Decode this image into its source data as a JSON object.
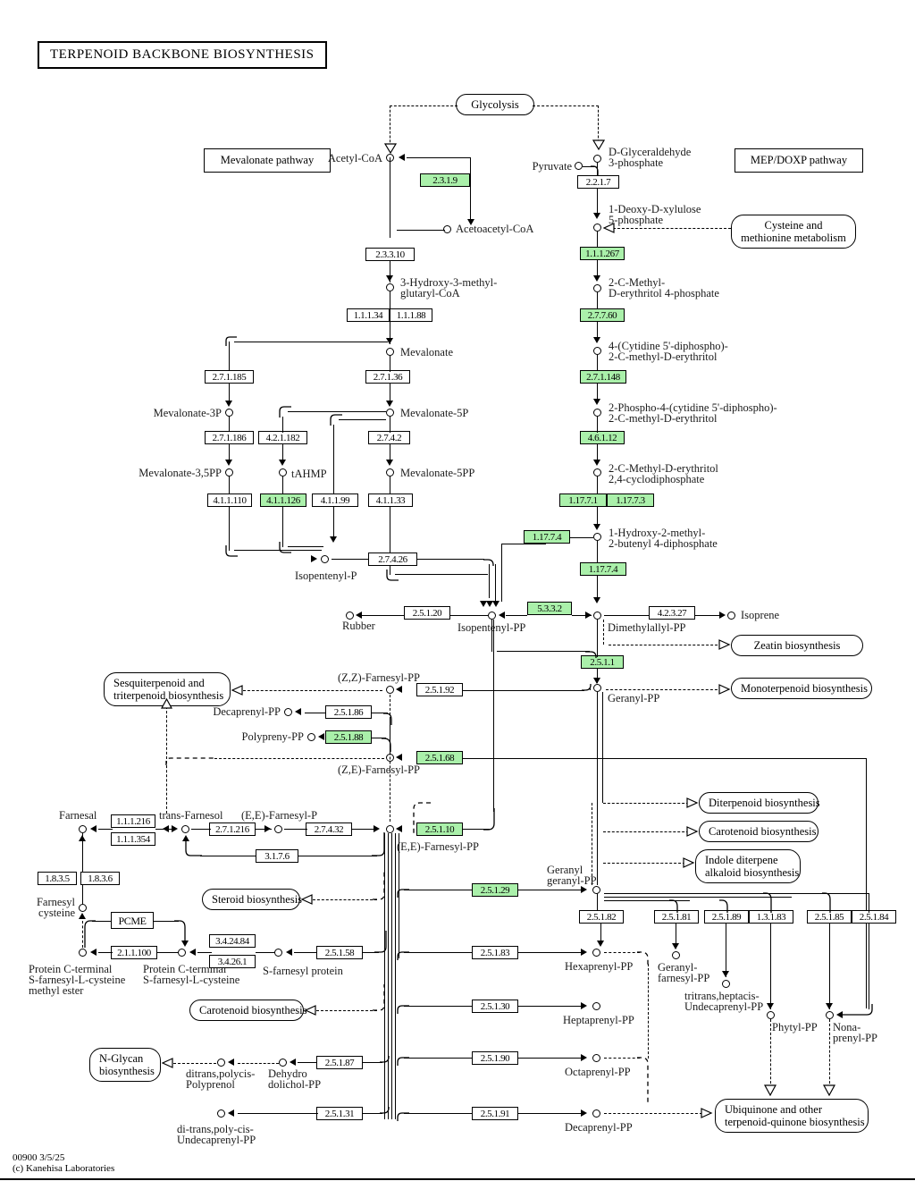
{
  "title": "TERPENOID  BACKBONE  BIOSYNTHESIS",
  "footer": {
    "map_id": "00900 3/5/25",
    "copyright": "(c) Kanehisa Laboratories"
  },
  "panels": {
    "mevalonate_pathway": "Mevalonate pathway",
    "mep_doxp_pathway": "MEP/DOXP pathway"
  },
  "pathway_links": [
    {
      "id": "glycolysis",
      "label": "Glycolysis"
    },
    {
      "id": "cysteine-methionine",
      "label": "Cysteine and\nmethionine metabolism",
      "line1": "Cysteine and",
      "line2": "methionine metabolism"
    },
    {
      "id": "zeatin",
      "label": "Zeatin biosynthesis"
    },
    {
      "id": "monoterpenoid",
      "label": "Monoterpenoid biosynthesis"
    },
    {
      "id": "sesquiterpenoid",
      "line1": "Sesquiterpenoid and",
      "line2": "triterpenoid biosynthesis"
    },
    {
      "id": "diterpenoid",
      "label": "Diterpenoid biosynthesis"
    },
    {
      "id": "carotenoid-right",
      "label": "Carotenoid biosynthesis"
    },
    {
      "id": "indole-diterpene",
      "line1": "Indole diterpene",
      "line2": "alkaloid biosynthesis"
    },
    {
      "id": "steroid",
      "label": "Steroid biosynthesis"
    },
    {
      "id": "carotenoid-left",
      "label": "Carotenoid biosynthesis"
    },
    {
      "id": "n-glycan",
      "line1": "N-Glycan",
      "line2": "biosynthesis"
    },
    {
      "id": "ubiquinone",
      "line1": "Ubiquinone and other",
      "line2": "terpenoid-quinone biosynthesis"
    }
  ],
  "compounds": {
    "acetyl_coa": "Acetyl-CoA",
    "acetoacetyl_coa": "Acetoacetyl-CoA",
    "hmg_coa_l1": "3-Hydroxy-3-methyl-",
    "hmg_coa_l2": "glutaryl-CoA",
    "mevalonate": "Mevalonate",
    "mevalonate_3p": "Mevalonate-3P",
    "mevalonate_5p": "Mevalonate-5P",
    "mevalonate_35pp": "Mevalonate-3,5PP",
    "tahmp": "tAHMP",
    "mevalonate_5pp": "Mevalonate-5PP",
    "isopentenyl_p": "Isopentenyl-P",
    "isopentenyl_pp": "Isopentenyl-PP",
    "rubber": "Rubber",
    "dimethylallyl_pp": "Dimethylallyl-PP",
    "isoprene": "Isoprene",
    "geranyl_pp": "Geranyl-PP",
    "pyruvate": "Pyruvate",
    "g3p_l1": "D-Glyceraldehyde",
    "g3p_l2": "3-phosphate",
    "dxp_l1": "1-Deoxy-D-xylulose",
    "dxp_l2": "5-phosphate",
    "mep_l1": "2-C-Methyl-",
    "mep_l2": "D-erythritol 4-phosphate",
    "cdpme_l1": "4-(Cytidine 5'-diphospho)-",
    "cdpme_l2": "2-C-methyl-D-erythritol",
    "cdpme2p_l1": "2-Phospho-4-(cytidine 5'-diphospho)-",
    "cdpme2p_l2": "2-C-methyl-D-erythritol",
    "mecdp_l1": "2-C-Methyl-D-erythritol",
    "mecdp_l2": "2,4-cyclodiphosphate",
    "hmbpp_l1": "1-Hydroxy-2-methyl-",
    "hmbpp_l2": "2-butenyl 4-diphosphate",
    "zz_farnesyl_pp": "(Z,Z)-Farnesyl-PP",
    "ze_farnesyl_pp": "(Z,E)-Farnesyl-PP",
    "decaprenyl_pp_top": "Decaprenyl-PP",
    "polypreny_pp": "Polypreny-PP",
    "farnesal": "Farnesal",
    "trans_farnesol": "trans-Farnesol",
    "ee_farnesyl_p": "(E,E)-Farnesyl-P",
    "ee_farnesyl_pp": "(E,E)-Farnesyl-PP",
    "farnesyl_cysteine_l1": "Farnesyl",
    "farnesyl_cysteine_l2": "cysteine",
    "pcme": "PCME",
    "prot_cterm_me_l1": "Protein C-terminal",
    "prot_cterm_me_l2": "S-farnesyl-L-cysteine",
    "prot_cterm_me_l3": "methyl ester",
    "prot_cterm_l1": "Protein C-terminal",
    "prot_cterm_l2": "S-farnesyl-L-cysteine",
    "s_farnesyl_protein": "S-farnesyl protein",
    "geranylgeranyl_pp_l1": "Geranyl",
    "geranylgeranyl_pp_l2": "geranyl-PP",
    "hexaprenyl_pp": "Hexaprenyl-PP",
    "heptaprenyl_pp": "Heptaprenyl-PP",
    "octaprenyl_pp": "Octaprenyl-PP",
    "decaprenyl_pp_bottom": "Decaprenyl-PP",
    "geranylfarnesyl_pp_l1": "Geranyl-",
    "geranylfarnesyl_pp_l2": "farnesyl-PP",
    "undecaprenyl_l1": "tritrans,heptacis-",
    "undecaprenyl_l2": "Undecaprenyl-PP",
    "phytyl_pp": "Phytyl-PP",
    "nonaprenyl_pp_l1": "Nona-",
    "nonaprenyl_pp_l2": "prenyl-PP",
    "polyprenol_l1": "ditrans,polycis-",
    "polyprenol_l2": "Polyprenol",
    "dehydrodolichol_l1": "Dehydro",
    "dehydrodolichol_l2": "dolichol-PP",
    "ditrans_undecaprenyl_l1": "di-trans,poly-cis-",
    "ditrans_undecaprenyl_l2": "Undecaprenyl-PP"
  },
  "enzymes": [
    {
      "id": "ec-2-3-1-9",
      "ec": "2.3.1.9",
      "highlight": true
    },
    {
      "id": "ec-2-3-3-10",
      "ec": "2.3.3.10",
      "highlight": false
    },
    {
      "id": "ec-1-1-1-34",
      "ec": "1.1.1.34",
      "highlight": false
    },
    {
      "id": "ec-1-1-1-88",
      "ec": "1.1.1.88",
      "highlight": false
    },
    {
      "id": "ec-2-7-1-185",
      "ec": "2.7.1.185",
      "highlight": false
    },
    {
      "id": "ec-2-7-1-36",
      "ec": "2.7.1.36",
      "highlight": false
    },
    {
      "id": "ec-2-7-1-186",
      "ec": "2.7.1.186",
      "highlight": false
    },
    {
      "id": "ec-4-2-1-182",
      "ec": "4.2.1.182",
      "highlight": false
    },
    {
      "id": "ec-2-7-4-2",
      "ec": "2.7.4.2",
      "highlight": false
    },
    {
      "id": "ec-4-1-1-110",
      "ec": "4.1.1.110",
      "highlight": false
    },
    {
      "id": "ec-4-1-1-126",
      "ec": "4.1.1.126",
      "highlight": true
    },
    {
      "id": "ec-4-1-1-99",
      "ec": "4.1.1.99",
      "highlight": false
    },
    {
      "id": "ec-4-1-1-33",
      "ec": "4.1.1.33",
      "highlight": false
    },
    {
      "id": "ec-2-7-4-26",
      "ec": "2.7.4.26",
      "highlight": false
    },
    {
      "id": "ec-2-5-1-20",
      "ec": "2.5.1.20",
      "highlight": false
    },
    {
      "id": "ec-5-3-3-2",
      "ec": "5.3.3.2",
      "highlight": true
    },
    {
      "id": "ec-2-2-1-7",
      "ec": "2.2.1.7",
      "highlight": false
    },
    {
      "id": "ec-1-1-1-267",
      "ec": "1.1.1.267",
      "highlight": true
    },
    {
      "id": "ec-2-7-7-60",
      "ec": "2.7.7.60",
      "highlight": true
    },
    {
      "id": "ec-2-7-1-148",
      "ec": "2.7.1.148",
      "highlight": true
    },
    {
      "id": "ec-4-6-1-12",
      "ec": "4.6.1.12",
      "highlight": true
    },
    {
      "id": "ec-1-17-7-1",
      "ec": "1.17.7.1",
      "highlight": true
    },
    {
      "id": "ec-1-17-7-3",
      "ec": "1.17.7.3",
      "highlight": true
    },
    {
      "id": "ec-1-17-7-4-left",
      "ec": "1.17.7.4",
      "highlight": true
    },
    {
      "id": "ec-1-17-7-4-down",
      "ec": "1.17.7.4",
      "highlight": true
    },
    {
      "id": "ec-4-2-3-27",
      "ec": "4.2.3.27",
      "highlight": false
    },
    {
      "id": "ec-2-5-1-1",
      "ec": "2.5.1.1",
      "highlight": true
    },
    {
      "id": "ec-2-5-1-92",
      "ec": "2.5.1.92",
      "highlight": false
    },
    {
      "id": "ec-2-5-1-86",
      "ec": "2.5.1.86",
      "highlight": false
    },
    {
      "id": "ec-2-5-1-88",
      "ec": "2.5.1.88",
      "highlight": true
    },
    {
      "id": "ec-2-5-1-68",
      "ec": "2.5.1.68",
      "highlight": true
    },
    {
      "id": "ec-1-1-1-216",
      "ec": "1.1.1.216",
      "highlight": false
    },
    {
      "id": "ec-1-1-1-354",
      "ec": "1.1.1.354",
      "highlight": false
    },
    {
      "id": "ec-2-7-1-216",
      "ec": "2.7.1.216",
      "highlight": false
    },
    {
      "id": "ec-2-7-4-32",
      "ec": "2.7.4.32",
      "highlight": false
    },
    {
      "id": "ec-3-1-7-6",
      "ec": "3.1.7.6",
      "highlight": false
    },
    {
      "id": "ec-2-5-1-10",
      "ec": "2.5.1.10",
      "highlight": true
    },
    {
      "id": "ec-1-8-3-5",
      "ec": "1.8.3.5",
      "highlight": false
    },
    {
      "id": "ec-1-8-3-6",
      "ec": "1.8.3.6",
      "highlight": false
    },
    {
      "id": "ec-2-1-1-100",
      "ec": "2.1.1.100",
      "highlight": false
    },
    {
      "id": "ec-3-4-24-84",
      "ec": "3.4.24.84",
      "highlight": false
    },
    {
      "id": "ec-3-4-26-1",
      "ec": "3.4.26.1",
      "highlight": false
    },
    {
      "id": "ec-2-5-1-58",
      "ec": "2.5.1.58",
      "highlight": false
    },
    {
      "id": "ec-2-5-1-29",
      "ec": "2.5.1.29",
      "highlight": true
    },
    {
      "id": "ec-2-5-1-82",
      "ec": "2.5.1.82",
      "highlight": false
    },
    {
      "id": "ec-2-5-1-81",
      "ec": "2.5.1.81",
      "highlight": false
    },
    {
      "id": "ec-2-5-1-89",
      "ec": "2.5.1.89",
      "highlight": false
    },
    {
      "id": "ec-1-3-1-83",
      "ec": "1.3.1.83",
      "highlight": false
    },
    {
      "id": "ec-2-5-1-85",
      "ec": "2.5.1.85",
      "highlight": false
    },
    {
      "id": "ec-2-5-1-84",
      "ec": "2.5.1.84",
      "highlight": false
    },
    {
      "id": "ec-2-5-1-83",
      "ec": "2.5.1.83",
      "highlight": false
    },
    {
      "id": "ec-2-5-1-30",
      "ec": "2.5.1.30",
      "highlight": false
    },
    {
      "id": "ec-2-5-1-90",
      "ec": "2.5.1.90",
      "highlight": false
    },
    {
      "id": "ec-2-5-1-91",
      "ec": "2.5.1.91",
      "highlight": false
    },
    {
      "id": "ec-2-5-1-87",
      "ec": "2.5.1.87",
      "highlight": false
    },
    {
      "id": "ec-2-5-1-31",
      "ec": "2.5.1.31",
      "highlight": false
    }
  ],
  "colors": {
    "highlight_green": "#aaf0aa",
    "line": "#000000",
    "background": "#ffffff"
  }
}
